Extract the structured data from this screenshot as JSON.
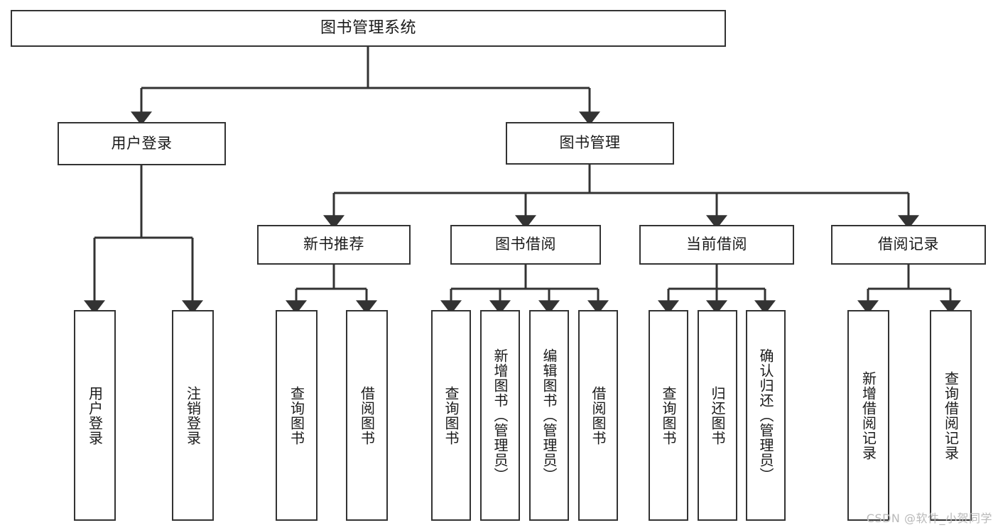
{
  "diagram": {
    "title": "图书管理系统",
    "watermark": "CSDN @软件_小贺同学",
    "edge_color": "#333333",
    "node_border_color": "#333333",
    "node_fill_color": "#ffffff",
    "text_color": "#1a1a1a",
    "nodes": {
      "root": {
        "label": "图书管理系统"
      },
      "level2": [
        {
          "label": "用户登录"
        },
        {
          "label": "图书管理"
        }
      ],
      "level3": [
        {
          "label": "新书推荐"
        },
        {
          "label": "图书借阅"
        },
        {
          "label": "当前借阅"
        },
        {
          "label": "借阅记录"
        }
      ],
      "leaves_user_login": [
        {
          "label": "用户登录"
        },
        {
          "label": "注销登录"
        }
      ],
      "leaves_new_book": [
        {
          "label": "查询图书"
        },
        {
          "label": "借阅图书"
        }
      ],
      "leaves_borrow": [
        {
          "label": "查询图书"
        },
        {
          "label": "新增图书（管理员）"
        },
        {
          "label": "编辑图书（管理员）"
        },
        {
          "label": "借阅图书"
        }
      ],
      "leaves_current": [
        {
          "label": "查询图书"
        },
        {
          "label": "归还图书"
        },
        {
          "label": "确认归还（管理员）"
        }
      ],
      "leaves_records": [
        {
          "label": "新增借阅记录"
        },
        {
          "label": "查询借阅记录"
        }
      ]
    }
  }
}
